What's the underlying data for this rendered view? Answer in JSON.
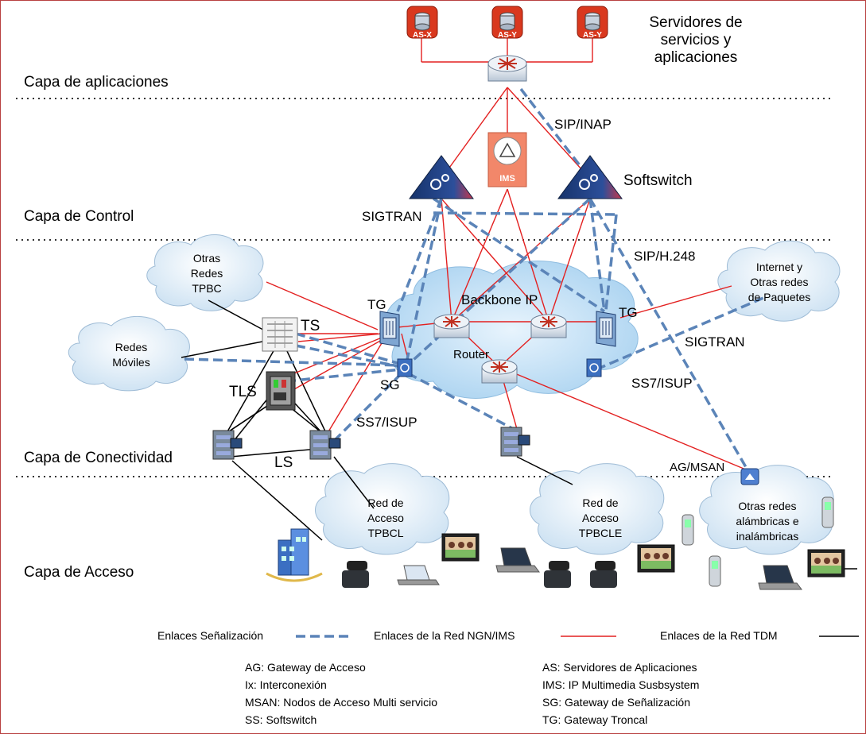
{
  "layers": {
    "aplicaciones": "Capa de aplicaciones",
    "control": "Capa de Control",
    "conectividad": "Capa de Conectividad",
    "acceso": "Capa de Acceso"
  },
  "servers": {
    "title_lines": [
      "Servidores de",
      "servicios y",
      "aplicaciones"
    ],
    "nodes": [
      "AS-X",
      "AS-Y",
      "AS-Y"
    ]
  },
  "control": {
    "ims": "IMS",
    "softswitch": "Softswitch"
  },
  "protocols": {
    "sip_inap": "SIP/INAP",
    "sigtran_left": "SIGTRAN",
    "sip_h248": "SIP/H.248",
    "sigtran_right": "SIGTRAN",
    "ss7_isup_right": "SS7/ISUP",
    "ss7_isup_left": "SS7/ISUP"
  },
  "core": {
    "backbone": "Backbone IP",
    "router": "Router",
    "tg_left": "TG",
    "tg_right": "TG",
    "sg": "SG",
    "ts": "TS",
    "tls": "TLS",
    "ls": "LS",
    "ag_msan": "AG/MSAN"
  },
  "clouds": {
    "otras_tpbc": [
      "Otras",
      "Redes",
      "TPBC"
    ],
    "moviles": [
      "Redes",
      "Móviles"
    ],
    "internet": [
      "Internet y",
      "Otras redes",
      "de Paquetes"
    ],
    "acceso1": [
      "Red de",
      "Acceso",
      "TPBCL"
    ],
    "acceso2": [
      "Red de",
      "Acceso",
      "TPBCLE"
    ],
    "otras_alambricas": [
      "Otras redes",
      "alámbricas e",
      "inalámbricas"
    ]
  },
  "legend_links": {
    "senalizacion": "Enlaces Señalización",
    "ngn": "Enlaces de la Red NGN/IMS",
    "tdm": "Enlaces de la Red TDM"
  },
  "glossary": {
    "left": [
      "AG: Gateway de Acceso",
      "Ix: Interconexión",
      "MSAN: Nodos de Acceso Multi servicio",
      "SS: Softswitch"
    ],
    "right": [
      "AS: Servidores de Aplicaciones",
      "IMS: IP Multimedia Susbsystem",
      "SG: Gateway de Señalización",
      "TG: Gateway Troncal"
    ]
  },
  "colors": {
    "signaling": "#5b84b8",
    "ngn": "#e32020",
    "tdm": "#000000",
    "cloud": "#cfe3f3",
    "backbone": "#b8d8f2",
    "server": "#d9381e",
    "softswitch": "#1c3a73",
    "ims": "#f2876a",
    "frame": "#b84040"
  }
}
